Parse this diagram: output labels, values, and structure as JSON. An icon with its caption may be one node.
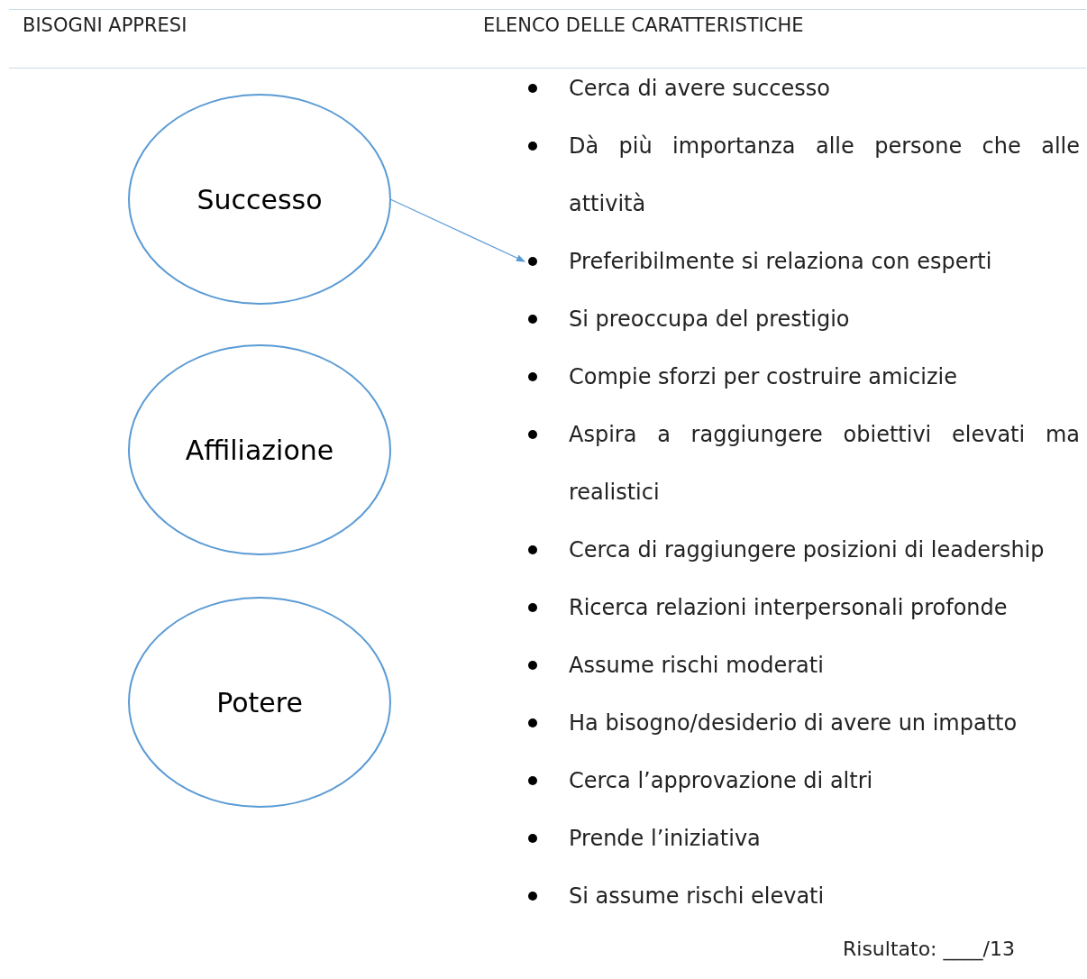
{
  "diagram": {
    "nodes": [
      {
        "text": [
          "Successo"
        ]
      },
      {
        "text": [
          "Affiliazione"
        ]
      },
      {
        "text": [
          "Potere"
        ]
      },
      {
        "text": [
          "Preferibilmente si relaziona con esperti"
        ]
      }
    ],
    "edges": [
      {
        "from": 0,
        "to": 3,
        "arrow": "to"
      }
    ],
    "labels": [
      "BISOGNI APPRESI",
      "ELENCO DELLE CARATTERISTICHE",
      "Cerca di avere successo",
      "Dà più importanza alle persone che alle attività",
      "Si preoccupa del prestigio",
      "Compie sforzi per costruire amicizie",
      "Aspira a raggiungere obiettivi elevati ma realistici",
      "Cerca di raggiungere posizioni di leadership",
      "Ricerca relazioni interpersonali profonde",
      "Assume rischi moderati",
      "Ha bisogno/desiderio di avere un impatto",
      "Cerca l’approvazione di altri",
      "Prende l’iniziativa",
      "Si assume rischi elevati",
      "Risultato: ____/13"
    ]
  }
}
